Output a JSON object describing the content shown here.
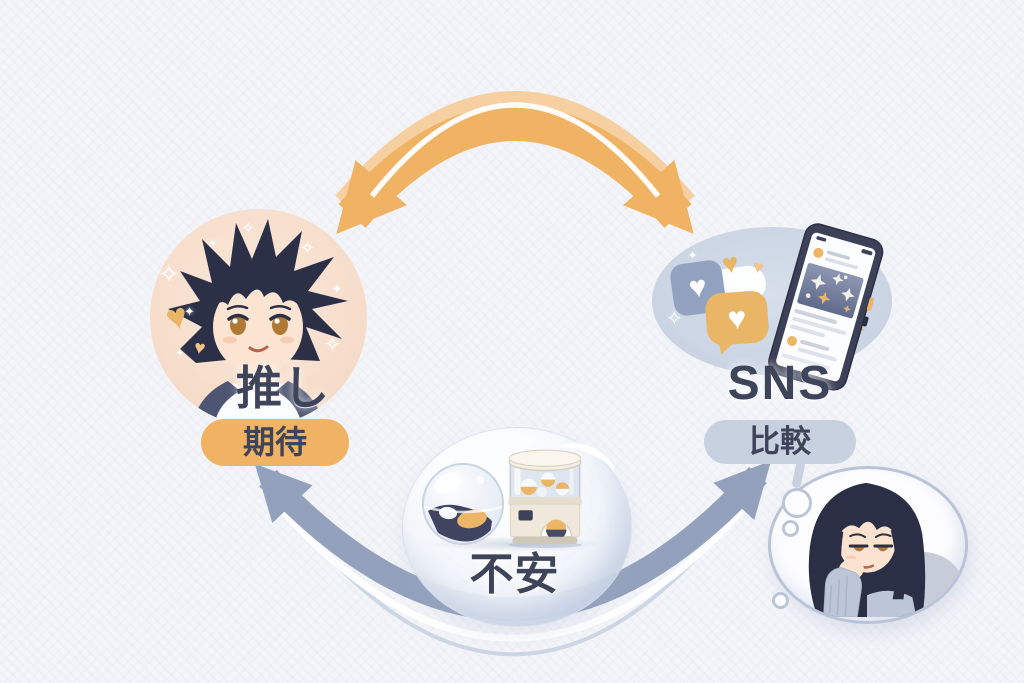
{
  "nodes": {
    "oshi": {
      "label": "推し",
      "badge": "期待"
    },
    "sns": {
      "label": "SNS",
      "badge": "比較"
    },
    "anxiety": {
      "label": "不安"
    }
  },
  "arrows": {
    "top": {
      "from": "推し",
      "to": "SNS",
      "bidirectional": true,
      "style": "thick-arc"
    },
    "bottom": {
      "from": "不安",
      "to": "推し / SNS",
      "bidirectional": true,
      "style": "thin-arc"
    }
  },
  "icons": {
    "heart": "♥",
    "sparkle": "✦",
    "sparkle_outline": "✧"
  },
  "colors": {
    "background": "#f4f5f9",
    "arrow_orange": "#f0b263",
    "arrow_orange_light": "#f6d0a0",
    "arrow_gray": "#93a1bd",
    "arrow_gray_light": "#c6d1e0",
    "badge_orange_bg": "#f0b263",
    "badge_blue_bg": "#c7d1e0",
    "label_text": "#3e4459",
    "oshi_circle_bg": "#f7ddcb",
    "sns_circle_bg": "#ccd6e4",
    "phone_body": "#3c4157",
    "heart_orange": "#e9b668",
    "like_button_blue": "#93a2c0"
  }
}
